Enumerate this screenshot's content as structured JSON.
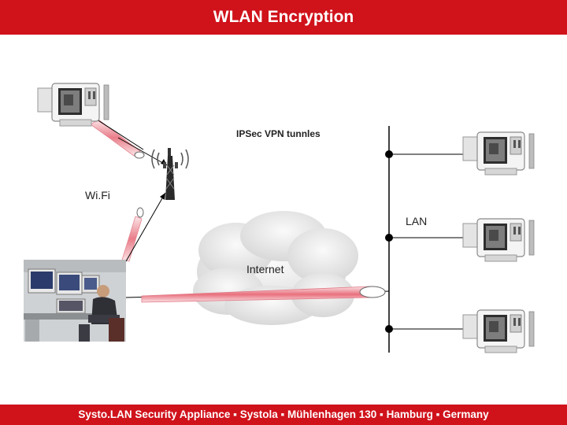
{
  "slide": {
    "title": "WLAN Encryption",
    "footer": "Systo.LAN Security Appliance ▪ Systola ▪ Mühlenhagen 130 ▪ Hamburg ▪ Germany"
  },
  "labels": {
    "ipsec": "IPSec VPN tunnles",
    "wifi": "Wi.Fi",
    "lan": "LAN",
    "internet": "Internet"
  },
  "colors": {
    "brand_red": "#d0121b",
    "tunnel_pink": "#f2b8bf",
    "cloud_gray": "#e6e6e6"
  },
  "icons": {
    "camera": "security-camera-icon",
    "tower": "radio-tower-icon",
    "workstation": "operator-workstation-photo"
  }
}
